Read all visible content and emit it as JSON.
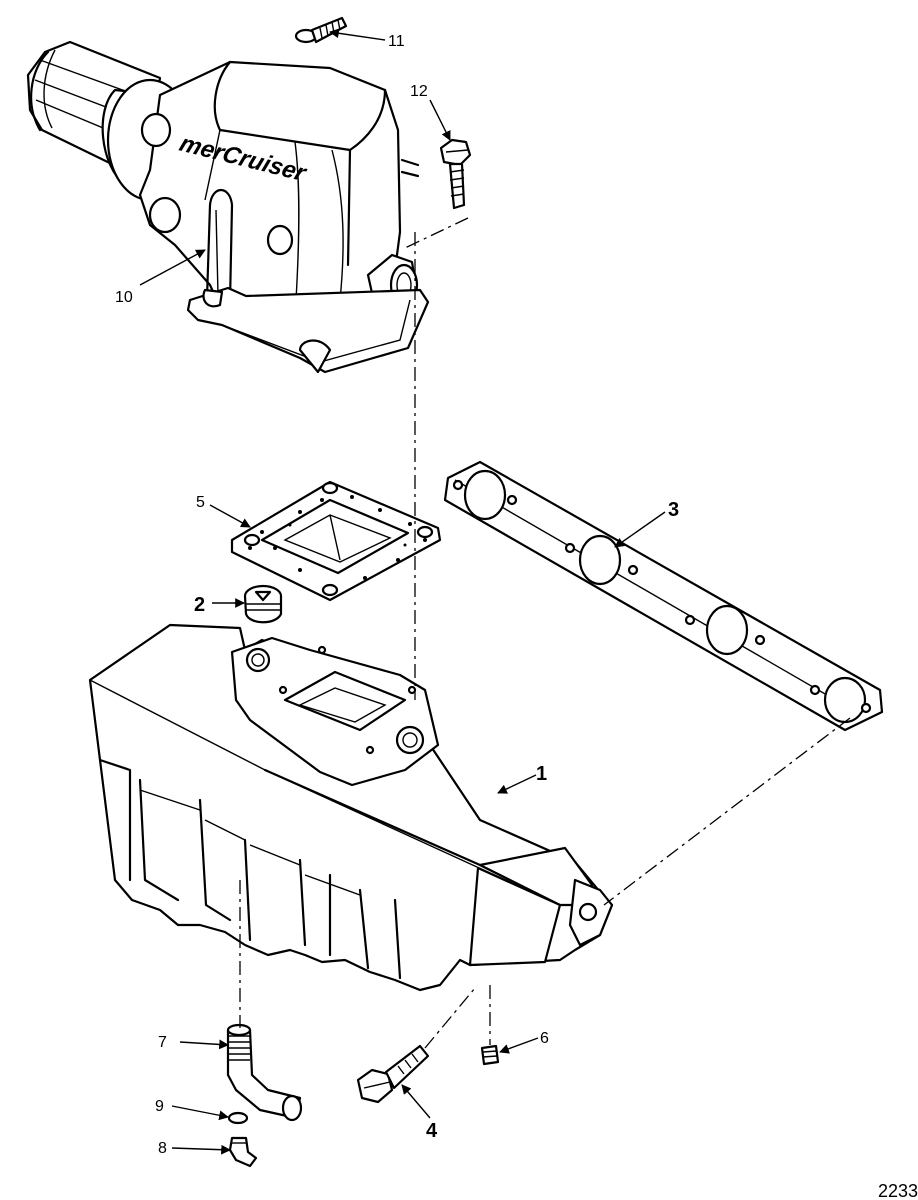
{
  "figure": {
    "brand_text": "merCruiser",
    "figure_number": "2233"
  },
  "callouts": [
    {
      "id": "1",
      "text": "1"
    },
    {
      "id": "2",
      "text": "2"
    },
    {
      "id": "3",
      "text": "3"
    },
    {
      "id": "4",
      "text": "4"
    },
    {
      "id": "5",
      "text": "5"
    },
    {
      "id": "6",
      "text": "6"
    },
    {
      "id": "7",
      "text": "7"
    },
    {
      "id": "8",
      "text": "8"
    },
    {
      "id": "9",
      "text": "9"
    },
    {
      "id": "10",
      "text": "10"
    },
    {
      "id": "11",
      "text": "11"
    },
    {
      "id": "12",
      "text": "12"
    }
  ],
  "colors": {
    "ink": "#000000",
    "paper": "#ffffff"
  }
}
